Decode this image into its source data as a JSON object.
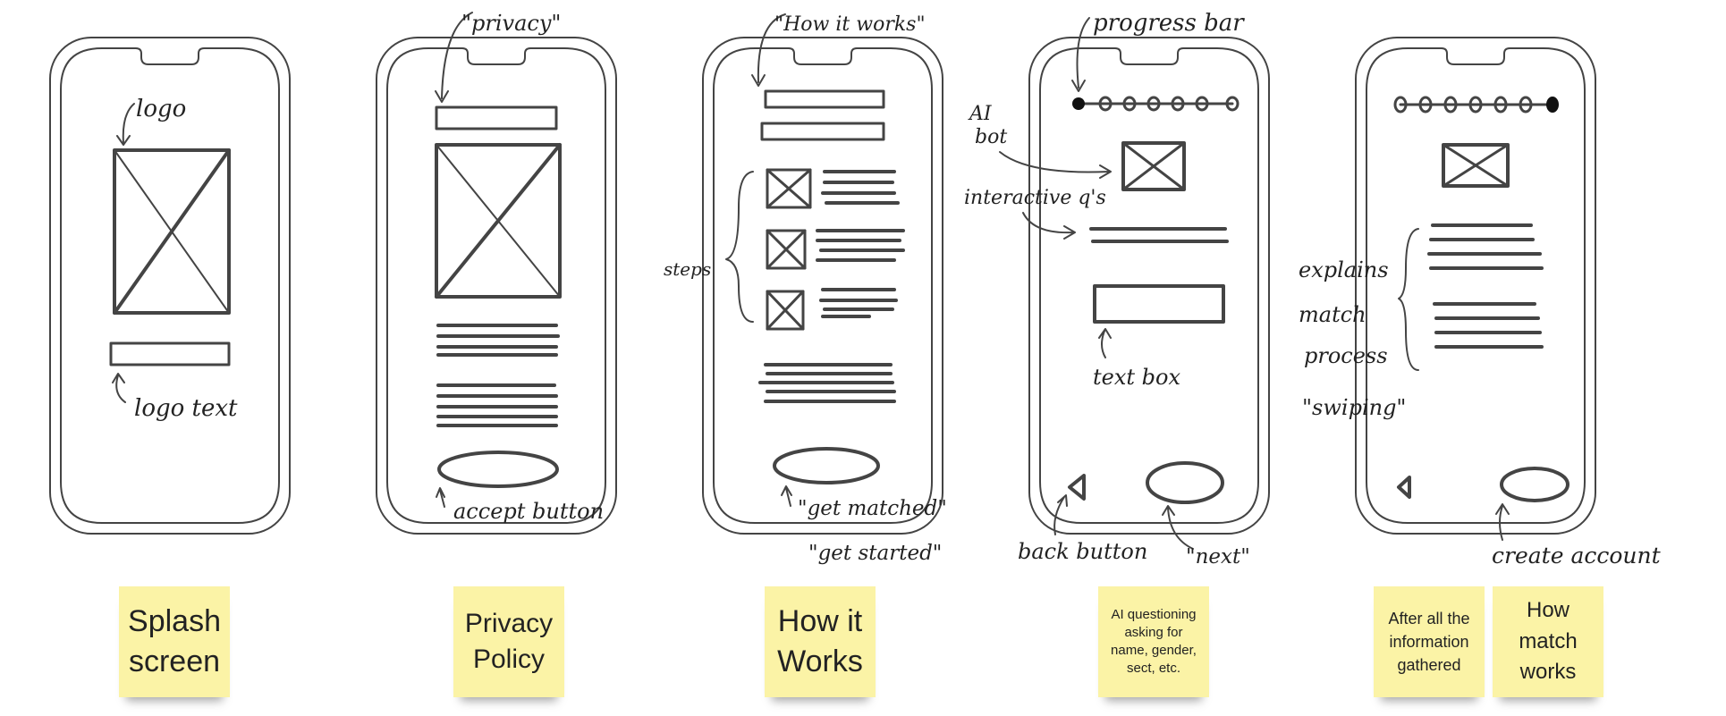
{
  "annotations": {
    "logo": "logo",
    "logo_text": "logo text",
    "privacy": "\"privacy\"",
    "accept_button": "accept button",
    "how_it_works": "\"How it works\"",
    "steps": "steps",
    "get_matched": "\"get matched\"",
    "get_started": "\"get started\"",
    "progress_bar": "progress bar",
    "ai_bot_line1": "AI",
    "ai_bot_line2": "bot",
    "interactive_qs": "interactive q's",
    "text_box": "text box",
    "back_button": "back button",
    "next": "\"next\"",
    "explains_line1": "explains",
    "explains_line2": "match",
    "explains_line3": "process",
    "swiping": "\"swiping\"",
    "create_account": "create account"
  },
  "notes": {
    "splash": "Splash\nscreen",
    "privacy": "Privacy\nPolicy",
    "how_it_works": "How it\nWorks",
    "ai_questioning": "AI questioning\nasking for\nname, gender,\nsect, etc.",
    "after_info": "After all the\ninformation\ngathered",
    "how_match": "How\nmatch\nworks"
  },
  "colors": {
    "sticky_note": "#fbf3a6",
    "ink": "#444444",
    "background": "#ffffff"
  }
}
